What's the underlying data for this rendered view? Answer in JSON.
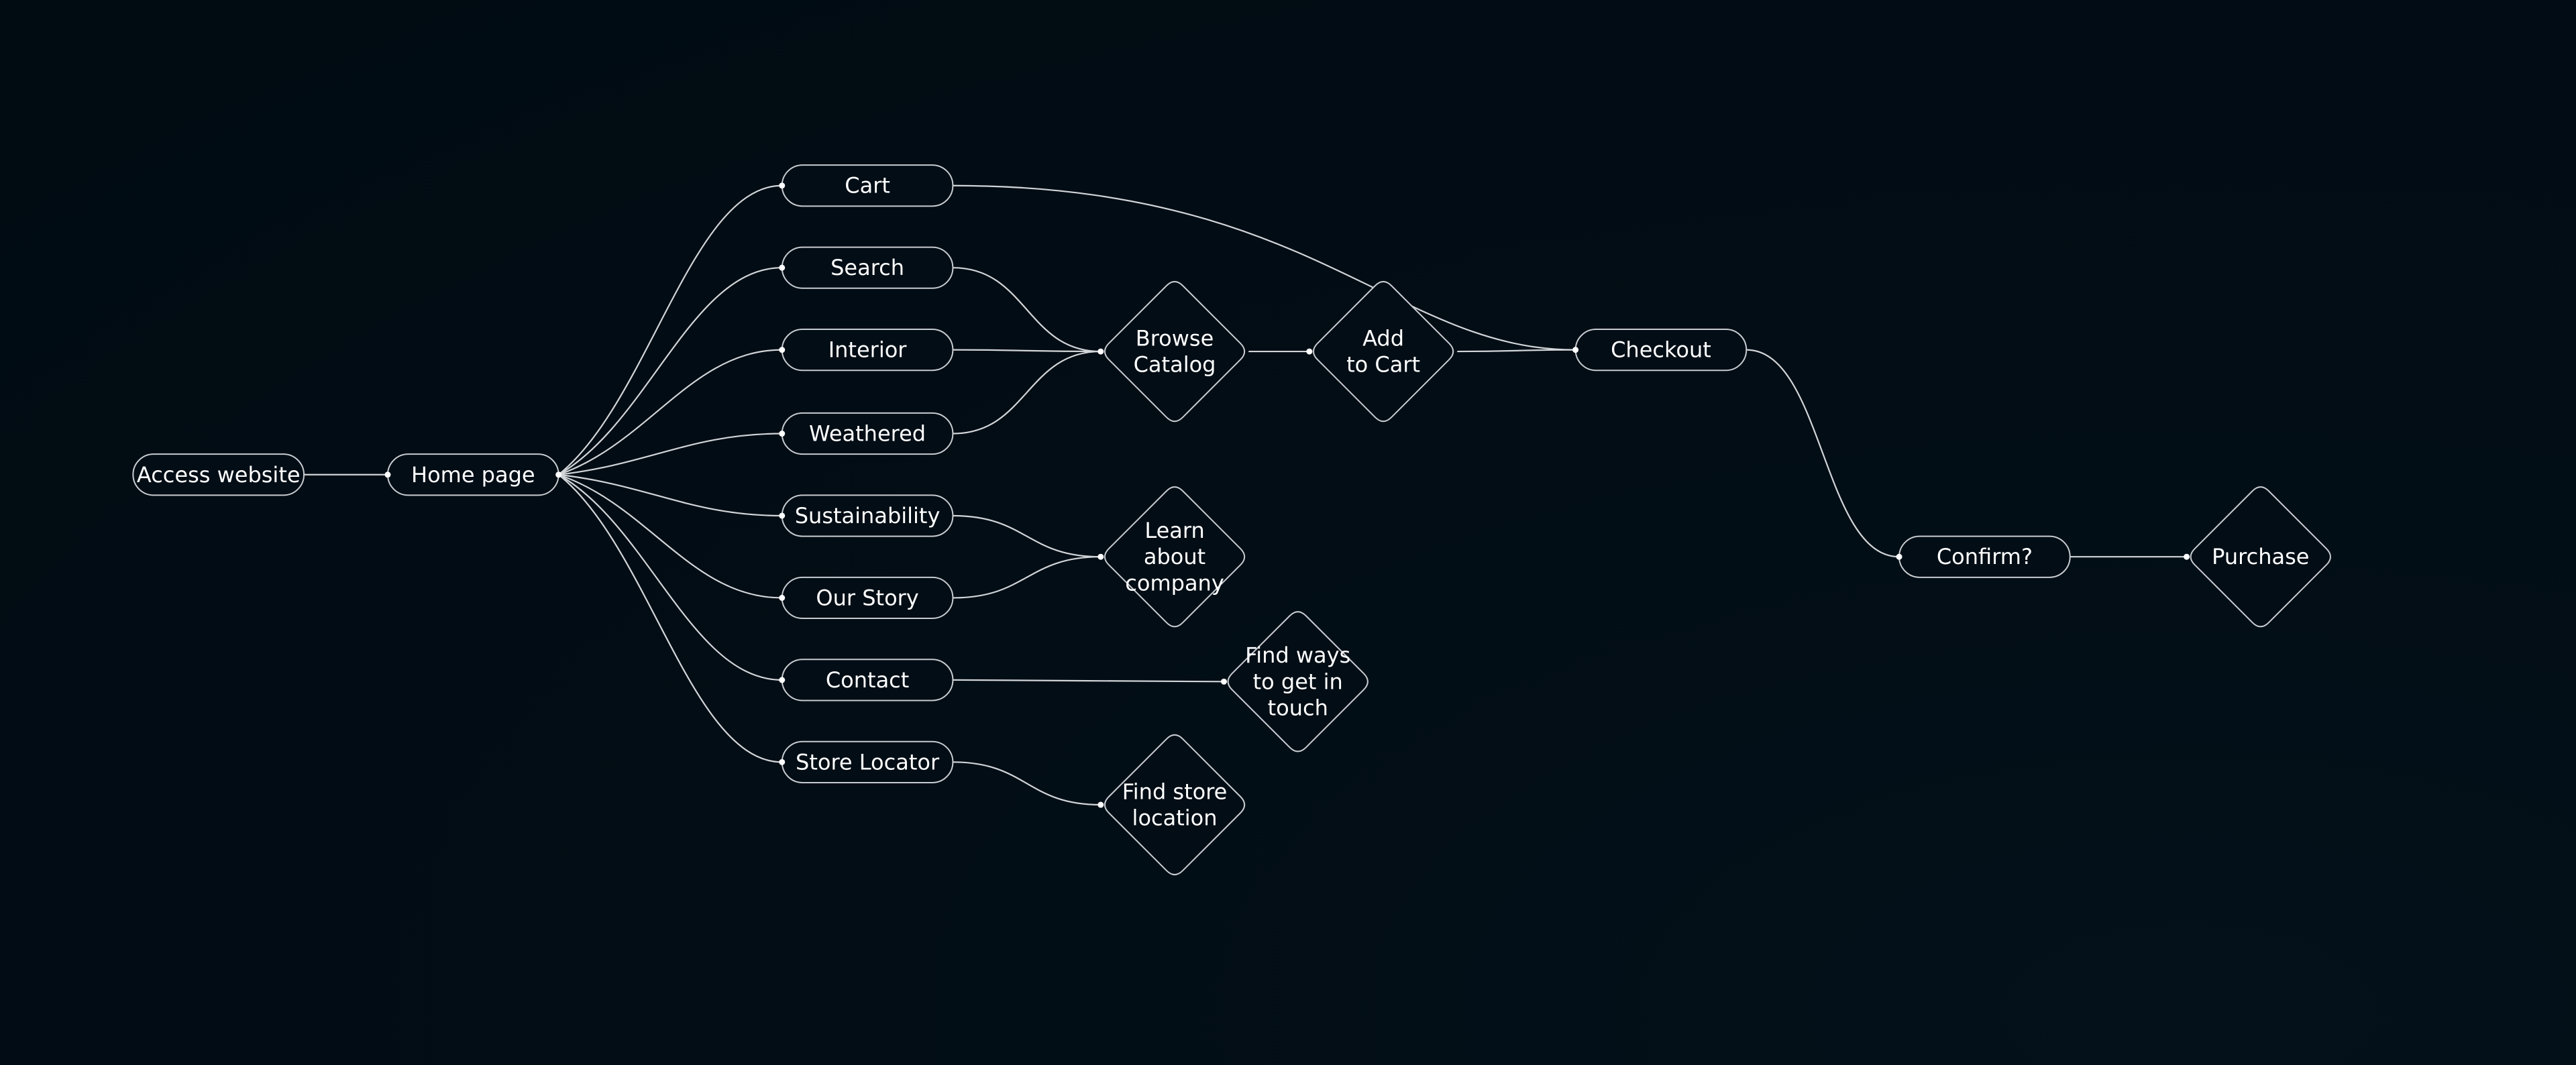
{
  "nodes": [
    {
      "id": "access",
      "label": [
        "Access website"
      ]
    },
    {
      "id": "home",
      "label": [
        "Home page"
      ]
    },
    {
      "id": "cart",
      "label": [
        "Cart"
      ]
    },
    {
      "id": "search",
      "label": [
        "Search"
      ]
    },
    {
      "id": "interior",
      "label": [
        "Interior"
      ]
    },
    {
      "id": "weathered",
      "label": [
        "Weathered"
      ]
    },
    {
      "id": "sustainability",
      "label": [
        "Sustainability"
      ]
    },
    {
      "id": "ourstory",
      "label": [
        "Our Story"
      ]
    },
    {
      "id": "contact",
      "label": [
        "Contact"
      ]
    },
    {
      "id": "storelocator",
      "label": [
        "Store Locator"
      ]
    },
    {
      "id": "browse",
      "label": [
        "Browse",
        "Catalog"
      ]
    },
    {
      "id": "addcart",
      "label": [
        "Add",
        "to Cart"
      ]
    },
    {
      "id": "learn",
      "label": [
        "Learn",
        "about",
        "company"
      ]
    },
    {
      "id": "findways",
      "label": [
        "Find ways",
        "to get in",
        "touch"
      ]
    },
    {
      "id": "findstore",
      "label": [
        "Find store",
        "location"
      ]
    },
    {
      "id": "checkout",
      "label": [
        "Checkout"
      ]
    },
    {
      "id": "confirm",
      "label": [
        "Confirm?"
      ]
    },
    {
      "id": "purchase",
      "label": [
        "Purchase"
      ]
    }
  ],
  "edges": [
    [
      "access",
      "home"
    ],
    [
      "home",
      "cart"
    ],
    [
      "home",
      "search"
    ],
    [
      "home",
      "interior"
    ],
    [
      "home",
      "weathered"
    ],
    [
      "home",
      "sustainability"
    ],
    [
      "home",
      "ourstory"
    ],
    [
      "home",
      "contact"
    ],
    [
      "home",
      "storelocator"
    ],
    [
      "search",
      "browse"
    ],
    [
      "interior",
      "browse"
    ],
    [
      "weathered",
      "browse"
    ],
    [
      "browse",
      "addcart"
    ],
    [
      "addcart",
      "checkout"
    ],
    [
      "cart",
      "checkout"
    ],
    [
      "sustainability",
      "learn"
    ],
    [
      "ourstory",
      "learn"
    ],
    [
      "contact",
      "findways"
    ],
    [
      "storelocator",
      "findstore"
    ],
    [
      "checkout",
      "confirm"
    ],
    [
      "confirm",
      "purchase"
    ]
  ],
  "colors": {
    "background": "#020d15",
    "stroke": "#c8ccd0",
    "edge": "#d2d5d8",
    "text": "#ffffff"
  }
}
